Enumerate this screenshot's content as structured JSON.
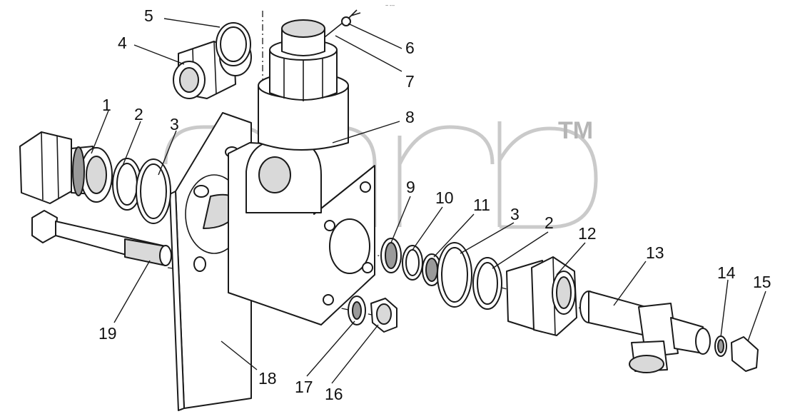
{
  "diagram": {
    "watermark_mark": "TM",
    "corner_note": "~ ---",
    "callouts": [
      {
        "id": "1",
        "text": "1"
      },
      {
        "id": "2a",
        "text": "2"
      },
      {
        "id": "3a",
        "text": "3"
      },
      {
        "id": "4",
        "text": "4"
      },
      {
        "id": "5",
        "text": "5"
      },
      {
        "id": "6",
        "text": "6"
      },
      {
        "id": "7",
        "text": "7"
      },
      {
        "id": "8",
        "text": "8"
      },
      {
        "id": "9",
        "text": "9"
      },
      {
        "id": "10",
        "text": "10"
      },
      {
        "id": "11",
        "text": "11"
      },
      {
        "id": "3b",
        "text": "3"
      },
      {
        "id": "2b",
        "text": "2"
      },
      {
        "id": "12",
        "text": "12"
      },
      {
        "id": "13",
        "text": "13"
      },
      {
        "id": "14",
        "text": "14"
      },
      {
        "id": "15",
        "text": "15"
      },
      {
        "id": "16",
        "text": "16"
      },
      {
        "id": "17",
        "text": "17"
      },
      {
        "id": "18",
        "text": "18"
      },
      {
        "id": "19",
        "text": "19"
      }
    ]
  }
}
